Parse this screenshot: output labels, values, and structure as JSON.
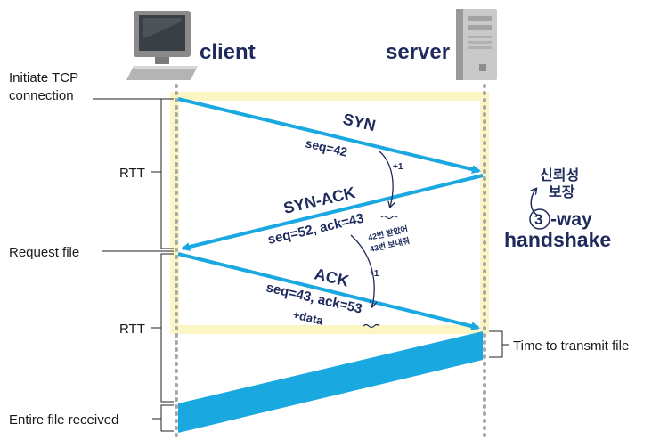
{
  "hosts": {
    "client": "client",
    "server": "server"
  },
  "left_labels": {
    "initiate_line1": "Initiate TCP",
    "initiate_line2": "connection",
    "rtt_1": "RTT",
    "request_file": "Request file",
    "rtt_2": "RTT",
    "entire_file": "Entire file received"
  },
  "right_labels": {
    "time_to_transmit": "Time to transmit file"
  },
  "messages": {
    "syn": "SYN",
    "syn_seq": "seq=42",
    "plus_one_a": "+1",
    "syn_ack": "SYN-ACK",
    "syn_ack_seq": "seq=52, ack=43",
    "note_line1": "42번 받았어",
    "note_line2": "43번 보내줘",
    "plus_one_b": "+1",
    "ack": "ACK",
    "ack_seq": "seq=43, ack=53",
    "plus_data": "+data"
  },
  "annotation": {
    "reliability_line1": "신뢰성",
    "reliability_line2": "보장",
    "three": "3",
    "way": "-way",
    "handshake": "handshake"
  },
  "colors": {
    "arrow": "#1aa8e0",
    "highlight": "#fbf6c4",
    "handwriting": "#1e2a5c",
    "timeline": "#a8a8a8"
  }
}
